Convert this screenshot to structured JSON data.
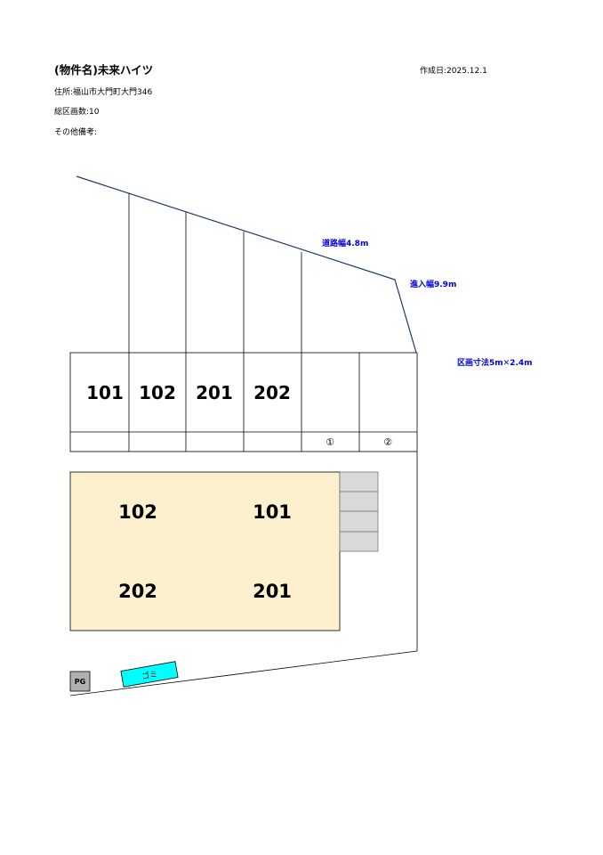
{
  "header": {
    "title": "(物件名)未来ハイツ",
    "created": "作成日:2025.12.1",
    "address": "住所:福山市大門町大門346",
    "total_lots": "総区画数:10",
    "notes": "その他備考:"
  },
  "diagram": {
    "road_width": "道路幅4.8m",
    "entry_width": "進入幅9.9m",
    "lot_size": "区画寸法5m✕2.4m",
    "lots": [
      {
        "label": "101"
      },
      {
        "label": "102"
      },
      {
        "label": "201"
      },
      {
        "label": "202"
      },
      {
        "label": ""
      },
      {
        "label": ""
      }
    ],
    "lot_sub": [
      "",
      "",
      "",
      "",
      "①",
      "②"
    ],
    "building": {
      "units": [
        "102",
        "101",
        "202",
        "201"
      ]
    },
    "garbage": "ゴミ",
    "pg": "PG",
    "colors": {
      "building_fill": "#fdf0cf",
      "garbage_fill": "#00ffff",
      "road_line": "#1f3a6b",
      "label_blue": "#0000e0",
      "stall_gray": "#d9d9d9",
      "pg_gray": "#b0b0b0"
    }
  }
}
